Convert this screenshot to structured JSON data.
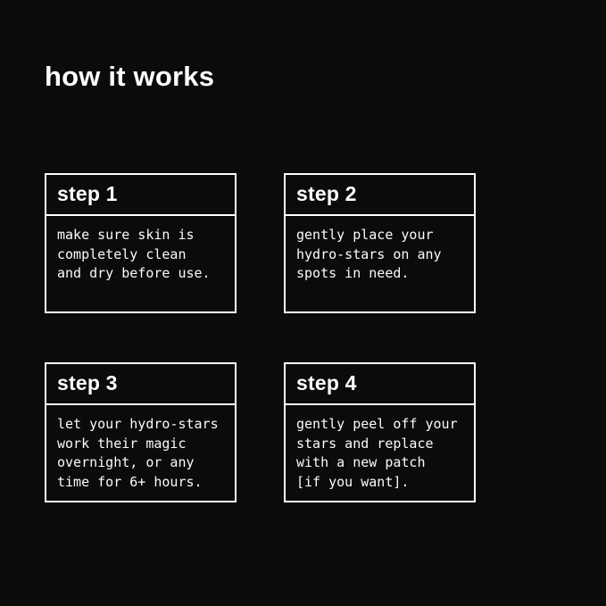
{
  "page": {
    "title": "how it works",
    "colors": {
      "background": "#0b0b0b",
      "foreground": "#ffffff",
      "card_border": "#ffffff"
    }
  },
  "steps": [
    {
      "label": "step 1",
      "body": "make sure skin is\ncompletely clean\nand dry before use."
    },
    {
      "label": "step 2",
      "body": "gently place your\nhydro-stars on any\nspots in need."
    },
    {
      "label": "step 3",
      "body": "let your hydro-stars\nwork their magic\novernight, or any\ntime for 6+ hours."
    },
    {
      "label": "step 4",
      "body": "gently peel off your\nstars and replace\nwith a new patch\n[if you want]."
    }
  ]
}
